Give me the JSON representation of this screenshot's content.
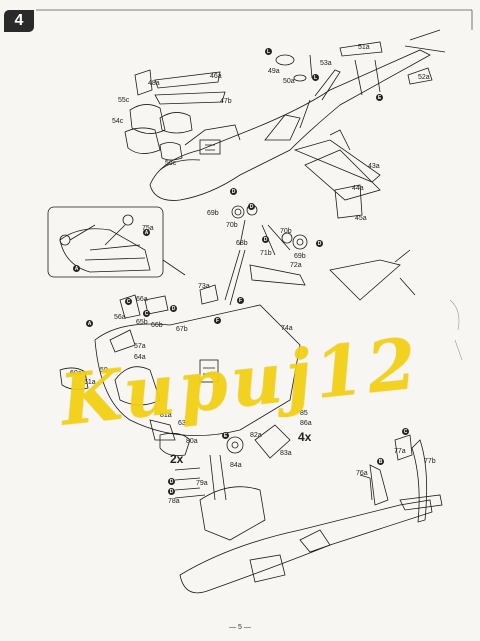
{
  "page": {
    "step_number": "4",
    "page_number": "— 5 —",
    "watermark": "Kupuj12",
    "multiplier_labels": [
      "2x",
      "4x"
    ],
    "part_labels": [
      "46a",
      "47b",
      "48a",
      "49a",
      "50a",
      "51a",
      "52a",
      "53a",
      "54c",
      "55c",
      "56c",
      "43a",
      "44a",
      "45a",
      "69b",
      "70b",
      "68b",
      "71b",
      "70b",
      "69b",
      "72a",
      "73a",
      "74a",
      "75a",
      "76a",
      "66a",
      "56a",
      "65b",
      "66b",
      "67b",
      "57a",
      "64a",
      "59",
      "60a",
      "61a",
      "63a",
      "85",
      "86a",
      "84a",
      "80a",
      "79a",
      "78a",
      "77a",
      "77b",
      "83a",
      "81a",
      "82a"
    ],
    "callout_letters": [
      "L",
      "E",
      "L",
      "D",
      "D",
      "D",
      "D",
      "F",
      "F",
      "A",
      "C",
      "D",
      "C",
      "A",
      "A",
      "D",
      "D",
      "E",
      "C",
      "B"
    ]
  }
}
